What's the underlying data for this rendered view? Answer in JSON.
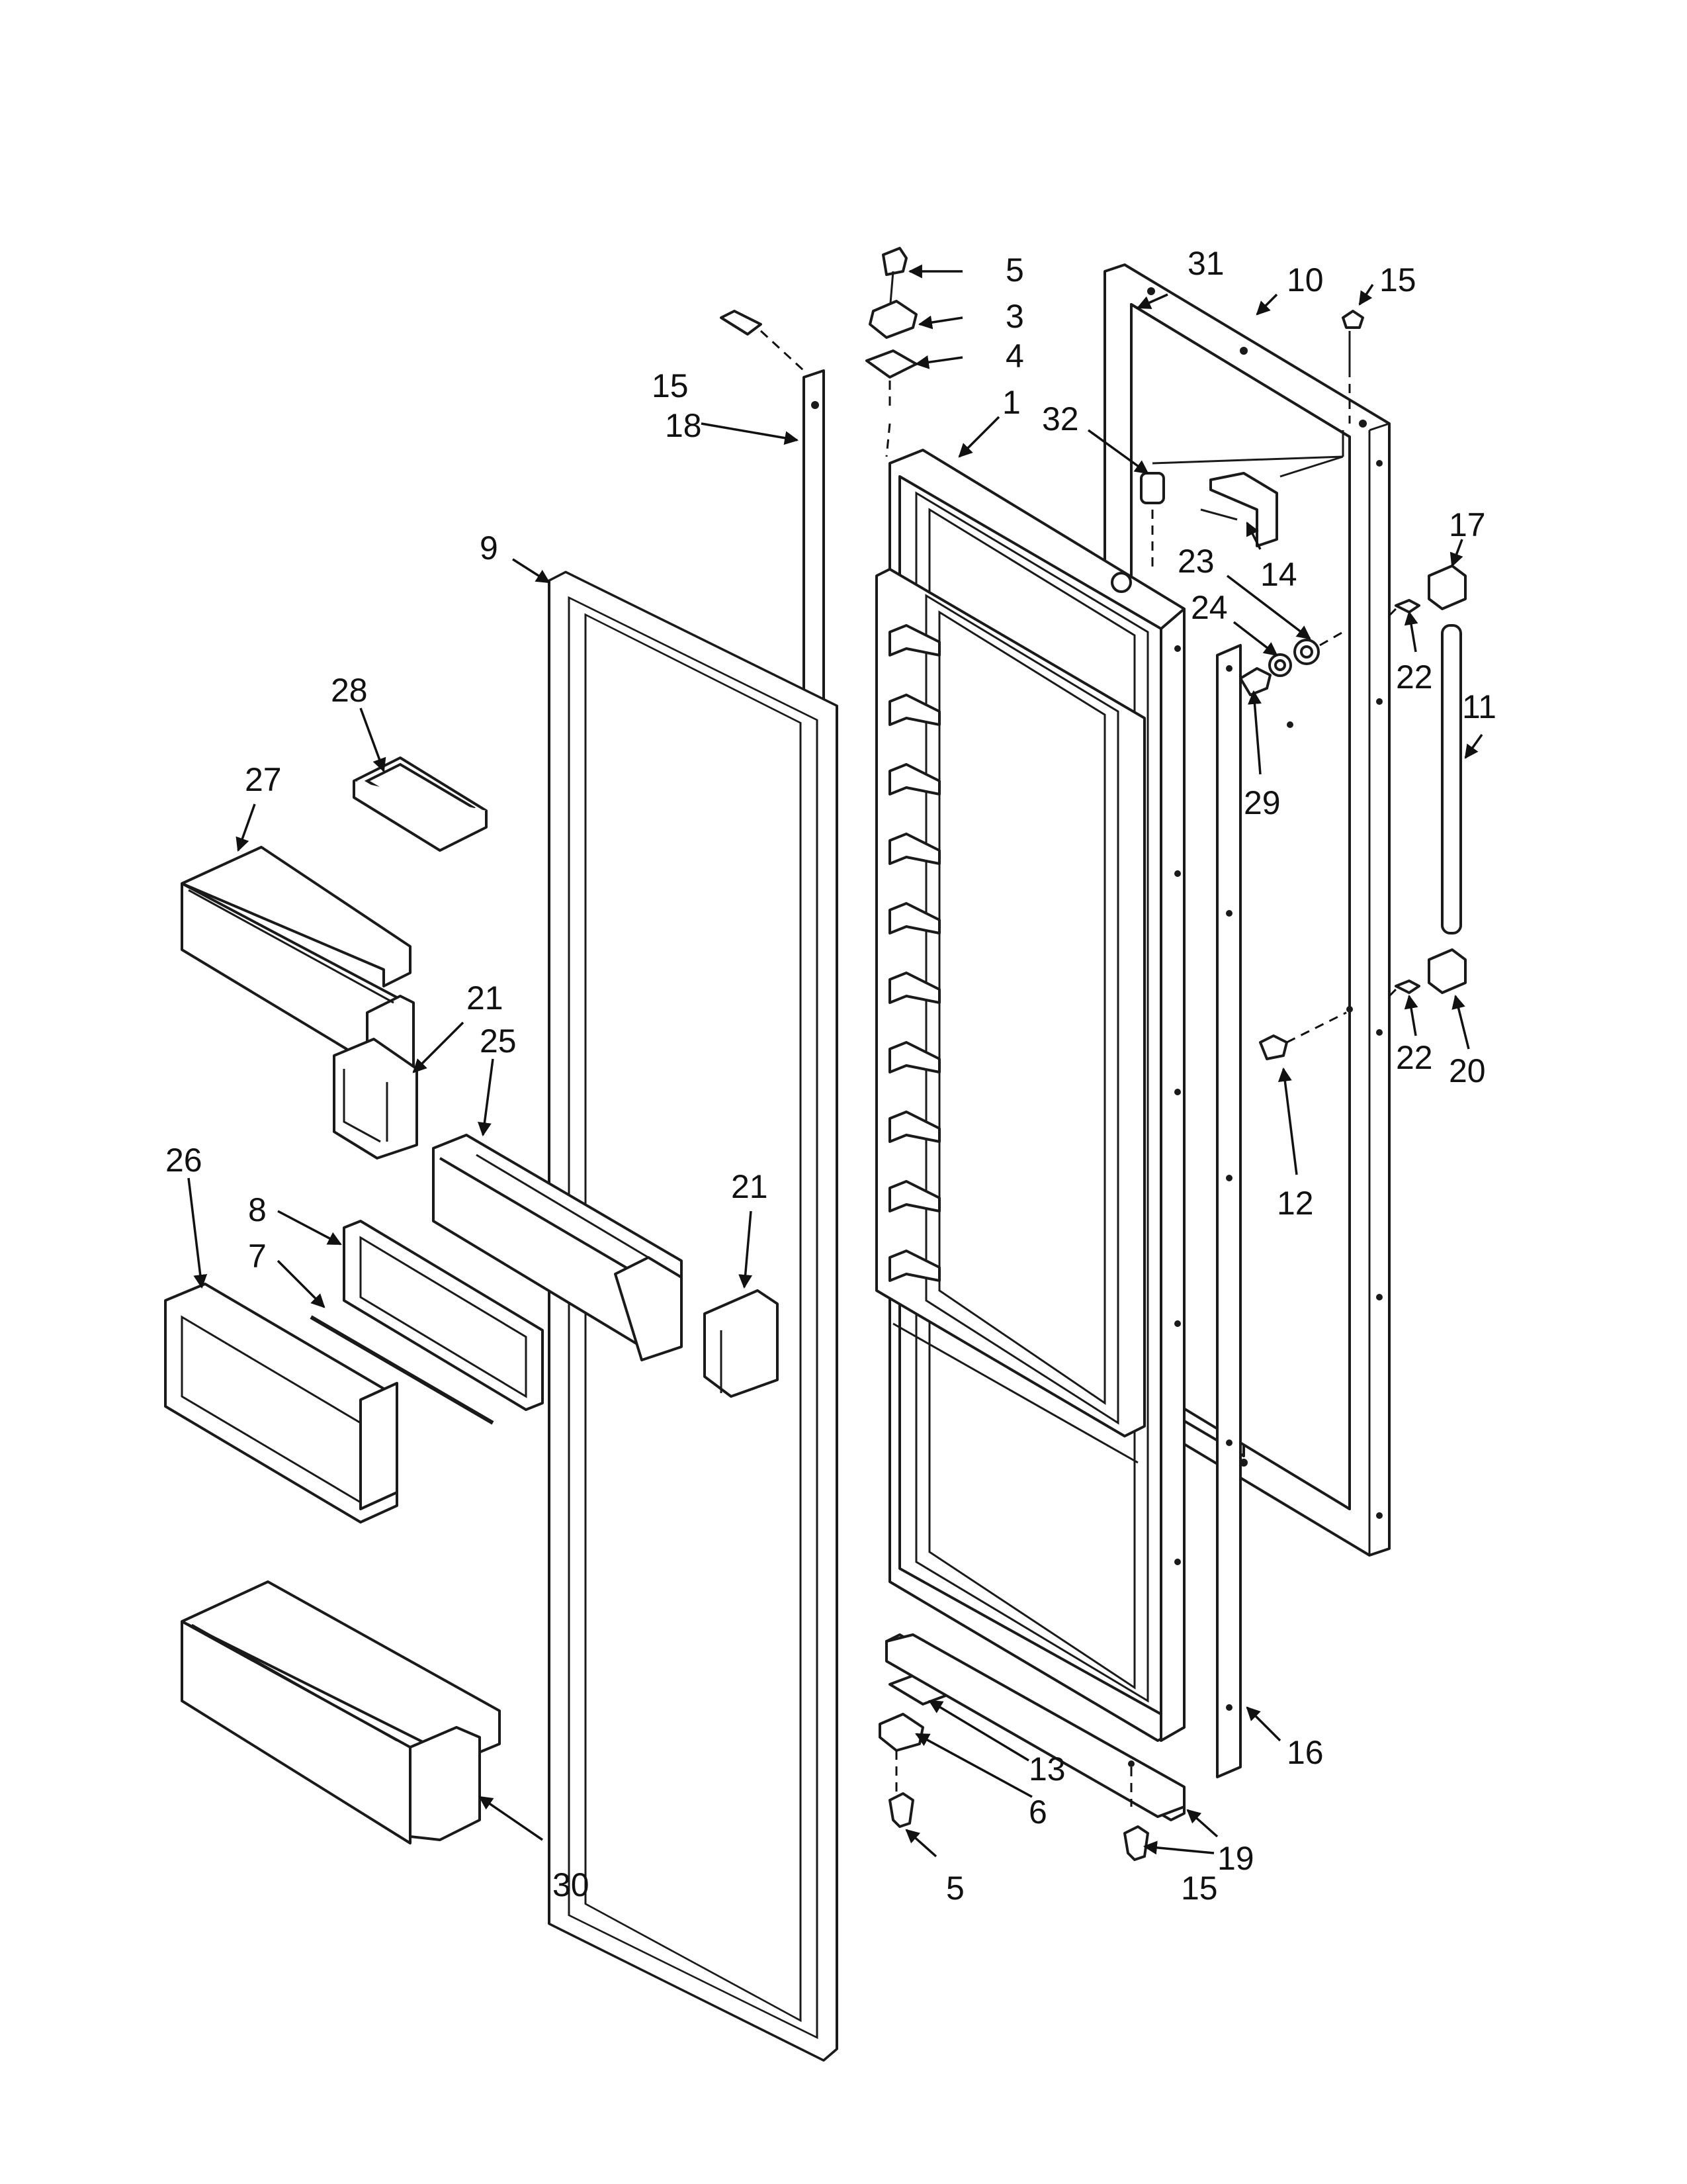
{
  "callouts": [
    {
      "id": "c1",
      "label": "1"
    },
    {
      "id": "c3",
      "label": "3"
    },
    {
      "id": "c4",
      "label": "4"
    },
    {
      "id": "c5a",
      "label": "5"
    },
    {
      "id": "c5b",
      "label": "5"
    },
    {
      "id": "c6",
      "label": "6"
    },
    {
      "id": "c7",
      "label": "7"
    },
    {
      "id": "c8",
      "label": "8"
    },
    {
      "id": "c9",
      "label": "9"
    },
    {
      "id": "c10",
      "label": "10"
    },
    {
      "id": "c11",
      "label": "11"
    },
    {
      "id": "c12",
      "label": "12"
    },
    {
      "id": "c13",
      "label": "13"
    },
    {
      "id": "c14",
      "label": "14"
    },
    {
      "id": "c15a",
      "label": "15"
    },
    {
      "id": "c15b",
      "label": "15"
    },
    {
      "id": "c15c",
      "label": "15"
    },
    {
      "id": "c16",
      "label": "16"
    },
    {
      "id": "c17",
      "label": "17"
    },
    {
      "id": "c18",
      "label": "18"
    },
    {
      "id": "c19",
      "label": "19"
    },
    {
      "id": "c20",
      "label": "20"
    },
    {
      "id": "c21a",
      "label": "21"
    },
    {
      "id": "c21b",
      "label": "21"
    },
    {
      "id": "c22a",
      "label": "22"
    },
    {
      "id": "c22b",
      "label": "22"
    },
    {
      "id": "c23",
      "label": "23"
    },
    {
      "id": "c24",
      "label": "24"
    },
    {
      "id": "c25",
      "label": "25"
    },
    {
      "id": "c26",
      "label": "26"
    },
    {
      "id": "c27",
      "label": "27"
    },
    {
      "id": "c28",
      "label": "28"
    },
    {
      "id": "c29",
      "label": "29"
    },
    {
      "id": "c30",
      "label": "30"
    },
    {
      "id": "c31",
      "label": "31"
    },
    {
      "id": "c32",
      "label": "32"
    }
  ]
}
